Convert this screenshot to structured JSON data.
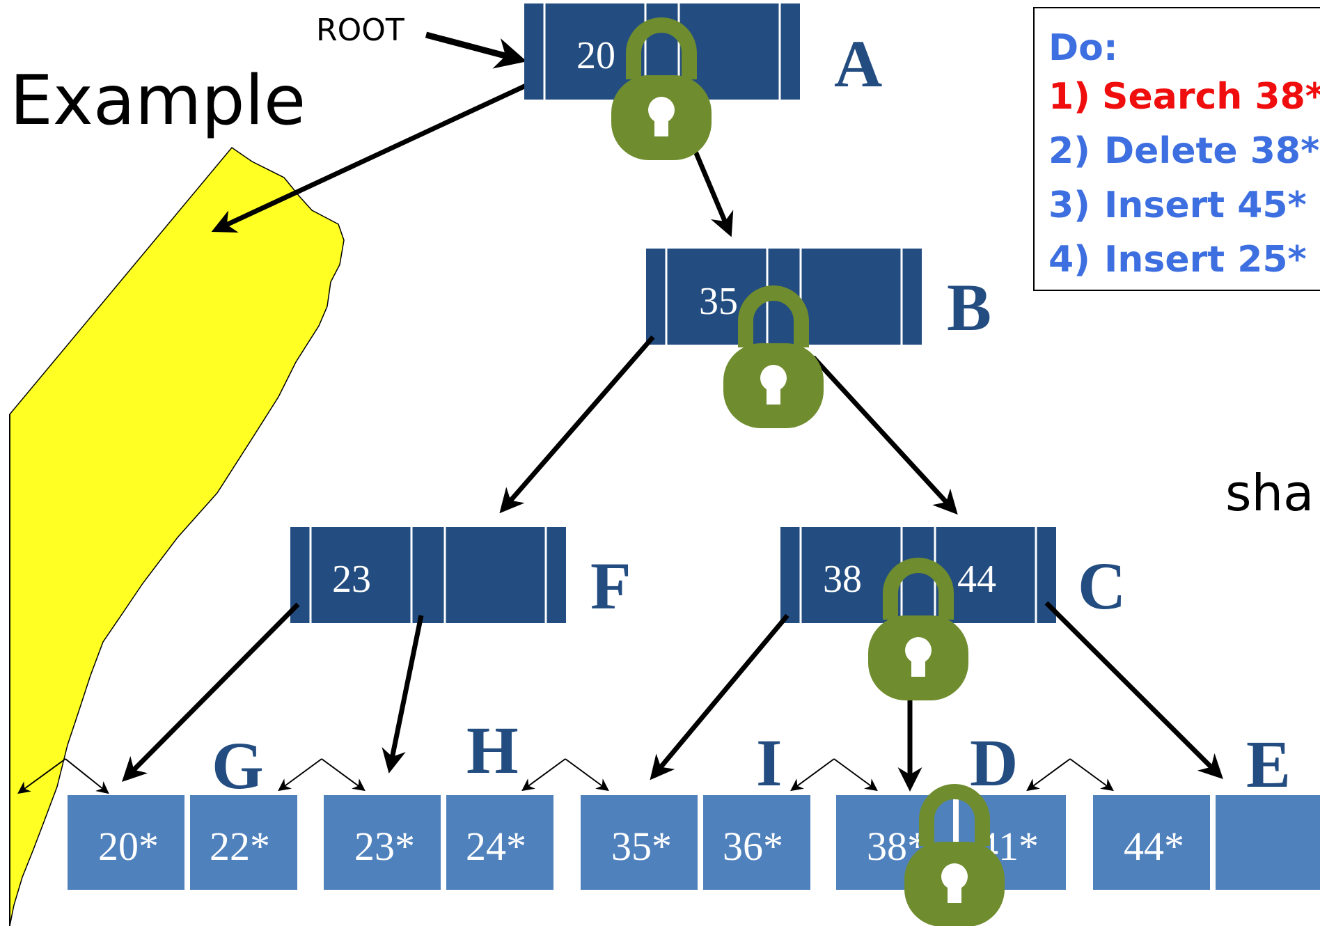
{
  "title": "Example",
  "root_label": "ROOT",
  "side_text": "sha",
  "todo": {
    "heading": "Do:",
    "items": [
      {
        "num": "1)",
        "text": "Search 38*",
        "color": "#ef0d0d"
      },
      {
        "num": "2)",
        "text": "Delete 38*",
        "color": "#3d6fe0"
      },
      {
        "num": "3)",
        "text": "Insert 45*",
        "color": "#3d6fe0"
      },
      {
        "num": "4)",
        "text": "Insert 25*",
        "color": "#3d6fe0"
      }
    ]
  },
  "colors": {
    "inner_node": "#234d80",
    "leaf_node": "#4f81bd",
    "node_label": "#234d80",
    "lock": "#6f8c2e",
    "highlight": "#ffff24"
  },
  "tree": {
    "inner_nodes": [
      {
        "label": "A",
        "keys": [
          "20"
        ]
      },
      {
        "label": "B",
        "keys": [
          "35"
        ]
      },
      {
        "label": "F",
        "keys": [
          "23"
        ]
      },
      {
        "label": "C",
        "keys": [
          "38",
          "44"
        ]
      }
    ],
    "leaves": [
      {
        "label": "G",
        "entries": [
          "20*",
          "22*"
        ]
      },
      {
        "label": "H",
        "entries": [
          "23*",
          "24*"
        ]
      },
      {
        "label": "I",
        "entries": [
          "35*",
          "36*"
        ]
      },
      {
        "label": "D",
        "entries": [
          "38*",
          "41*"
        ]
      },
      {
        "label": "E",
        "entries": [
          "44*",
          ""
        ]
      }
    ]
  },
  "locks": [
    {
      "on": "A",
      "icon": "padlock-icon"
    },
    {
      "on": "B",
      "icon": "padlock-icon"
    },
    {
      "on": "C",
      "icon": "padlock-icon"
    },
    {
      "on": "D",
      "icon": "padlock-icon"
    }
  ]
}
